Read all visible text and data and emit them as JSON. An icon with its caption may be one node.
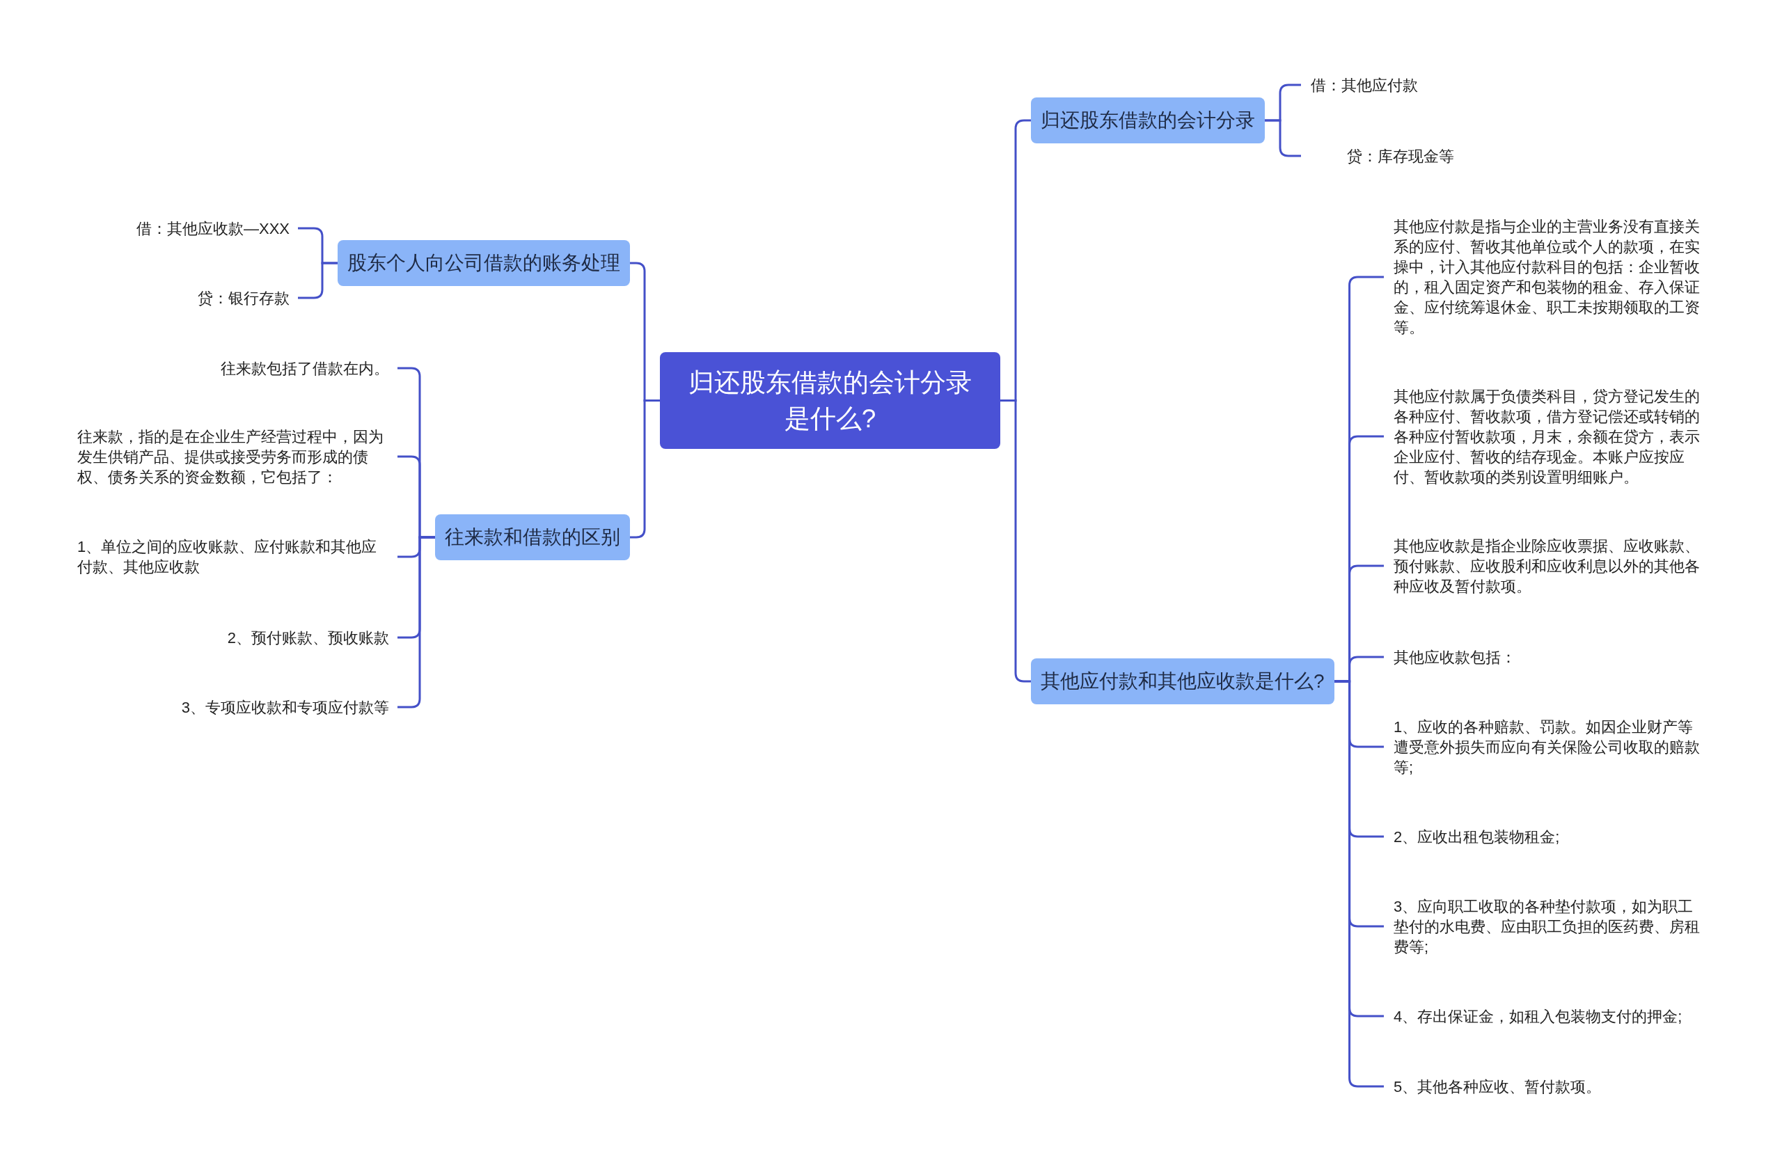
{
  "diagram": {
    "nodes": [
      {
        "text": [
          "归还股东借款的会计分录是什么?"
        ]
      },
      {
        "text": [
          "归还股东借款的会计分录"
        ]
      },
      {
        "text": [
          "借：其他应付款"
        ]
      },
      {
        "text": [
          "贷：库存现金等"
        ]
      },
      {
        "text": [
          "其他应付款和其他应收款是什么?"
        ]
      },
      {
        "text": [
          "其他应付款是指与企业的主营业务没有直接关系的应付、暂收其他单位或个人的款项，在实操中，计入其他应付款科目的包括：企业暂收的，租入固定资产和包装物的租金、存入保证金、应付统筹退休金、职工未按期领取的工资等。"
        ]
      },
      {
        "text": [
          "其他应付款属于负债类科目，贷方登记发生的各种应付、暂收款项，借方登记偿还或转销的各种应付暂收款项，月末，余额在贷方，表示企业应付、暂收的结存现金。本账户应按应付、暂收款项的类别设置明细账户。"
        ]
      },
      {
        "text": [
          "其他应收款是指企业除应收票据、应收账款、预付账款、应收股利和应收利息以外的其他各种应收及暂付款项。"
        ]
      },
      {
        "text": [
          "其他应收款包括："
        ]
      },
      {
        "text": [
          "1、应收的各种赔款、罚款。如因企业财产等遭受意外损失而应向有关保险公司收取的赔款等;"
        ]
      },
      {
        "text": [
          "2、应收出租包装物租金;"
        ]
      },
      {
        "text": [
          "3、应向职工收取的各种垫付款项，如为职工垫付的水电费、应由职工负担的医药费、房租费等;"
        ]
      },
      {
        "text": [
          "4、存出保证金，如租入包装物支付的押金;"
        ]
      },
      {
        "text": [
          "5、其他各种应收、暂付款项。"
        ]
      },
      {
        "text": [
          "股东个人向公司借款的账务处理"
        ]
      },
      {
        "text": [
          "借：其他应收款—XXX"
        ]
      },
      {
        "text": [
          "贷：银行存款"
        ]
      },
      {
        "text": [
          "往来款和借款的区别"
        ]
      },
      {
        "text": [
          "往来款包括了借款在内。"
        ]
      },
      {
        "text": [
          "往来款，指的是在企业生产经营过程中，因为发生供销产品、提供或接受劳务而形成的债权、债务关系的资金数额，它包括了："
        ]
      },
      {
        "text": [
          "1、单位之间的应收账款、应付账款和其他应付款、其他应收款"
        ]
      },
      {
        "text": [
          "2、预付账款、预收账款"
        ]
      },
      {
        "text": [
          "3、专项应收款和专项应付款等"
        ]
      }
    ],
    "edges": [
      {
        "from": 0,
        "to": 1,
        "arrow": "none"
      },
      {
        "from": 1,
        "to": 2,
        "arrow": "none"
      },
      {
        "from": 1,
        "to": 3,
        "arrow": "none"
      },
      {
        "from": 0,
        "to": 4,
        "arrow": "none"
      },
      {
        "from": 4,
        "to": 5,
        "arrow": "none"
      },
      {
        "from": 4,
        "to": 6,
        "arrow": "none"
      },
      {
        "from": 4,
        "to": 7,
        "arrow": "none"
      },
      {
        "from": 4,
        "to": 8,
        "arrow": "none"
      },
      {
        "from": 4,
        "to": 9,
        "arrow": "none"
      },
      {
        "from": 4,
        "to": 10,
        "arrow": "none"
      },
      {
        "from": 4,
        "to": 11,
        "arrow": "none"
      },
      {
        "from": 4,
        "to": 12,
        "arrow": "none"
      },
      {
        "from": 4,
        "to": 13,
        "arrow": "none"
      },
      {
        "from": 0,
        "to": 14,
        "arrow": "none"
      },
      {
        "from": 14,
        "to": 15,
        "arrow": "none"
      },
      {
        "from": 14,
        "to": 16,
        "arrow": "none"
      },
      {
        "from": 0,
        "to": 17,
        "arrow": "none"
      },
      {
        "from": 17,
        "to": 18,
        "arrow": "none"
      },
      {
        "from": 17,
        "to": 19,
        "arrow": "none"
      },
      {
        "from": 17,
        "to": 20,
        "arrow": "none"
      },
      {
        "from": 17,
        "to": 21,
        "arrow": "none"
      },
      {
        "from": 17,
        "to": 22,
        "arrow": "none"
      }
    ]
  }
}
